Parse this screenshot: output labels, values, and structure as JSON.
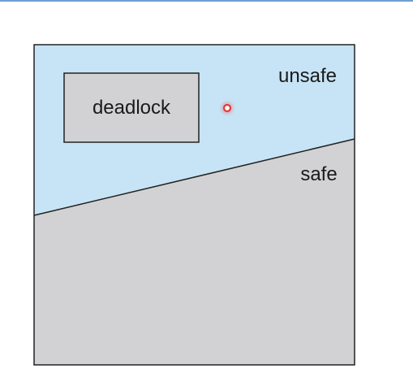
{
  "diagram": {
    "regions": {
      "unsafe_label": "unsafe",
      "safe_label": "safe",
      "deadlock_label": "deadlock"
    },
    "colors": {
      "unsafe_fill": "#c6e4f5",
      "safe_fill": "#d2d2d4",
      "deadlock_fill": "#d2d2d4",
      "border": "#222222",
      "pointer_dot": "#e23a3a",
      "top_rule": "#6fa0cf"
    }
  },
  "cursor": {
    "icon": "pointer-dot-icon"
  }
}
